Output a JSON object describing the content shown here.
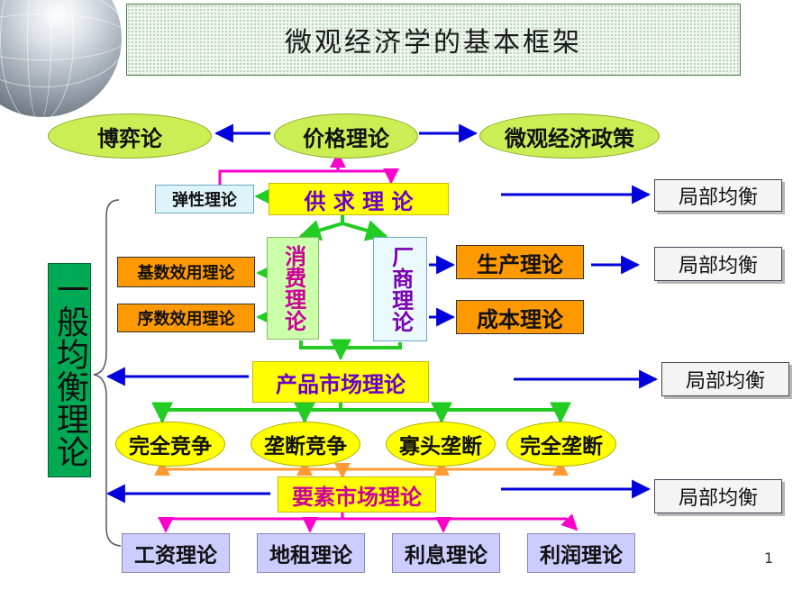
{
  "title": "微观经济学的基本框架",
  "page_number": "1",
  "nodes": {
    "game_theory": "博弈论",
    "price_theory": "价格理论",
    "micro_policy": "微观经济政策",
    "elasticity_theory": "弹性理论",
    "supply_demand": "供 求 理 论",
    "cardinal_utility": "基数效用理论",
    "ordinal_utility": "序数效用理论",
    "consumer_theory": "消费理论",
    "firm_theory": "厂商理论",
    "production_theory": "生产理论",
    "cost_theory": "成本理论",
    "product_market": "产品市场理论",
    "perfect_competition": "完全竞争",
    "monopolistic_competition": "垄断竞争",
    "oligopoly": "寡头垄断",
    "perfect_monopoly": "完全垄断",
    "factor_market": "要素市场理论",
    "wage_theory": "工资理论",
    "rent_theory": "地租理论",
    "interest_theory": "利息理论",
    "profit_theory": "利润理论",
    "general_equilibrium": "一般均衡理论",
    "partial_eq_1": "局部均衡",
    "partial_eq_2": "局部均衡",
    "partial_eq_3": "局部均衡",
    "partial_eq_4": "局部均衡"
  },
  "colors": {
    "blue_arrow": "#0000dd",
    "green_arrow": "#22cc22",
    "magenta_arrow": "#ff00cc",
    "orange_bracket": "#ff9933"
  }
}
